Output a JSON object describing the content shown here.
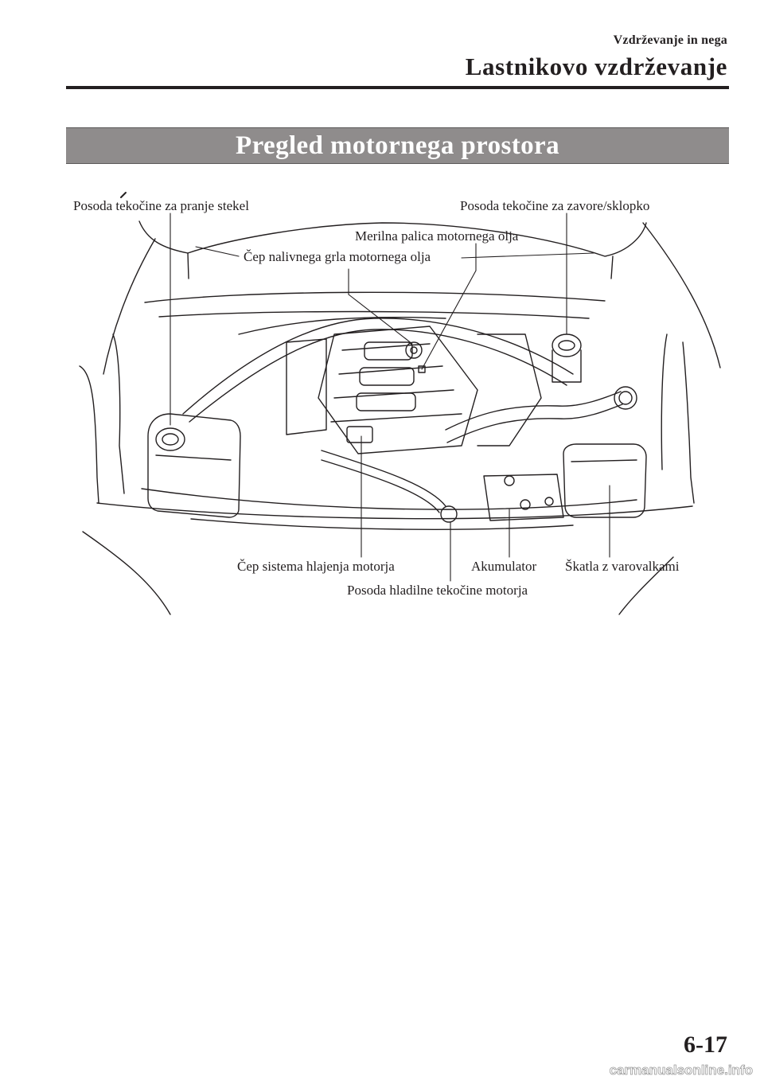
{
  "header": {
    "section": "Vzdrževanje in nega",
    "chapter": "Lastnikovo vzdrževanje"
  },
  "banner": {
    "title": "Pregled motornega prostora"
  },
  "callouts": {
    "washer_reservoir": "Posoda tekočine za pranje stekel",
    "brake_clutch_reservoir": "Posoda tekočine za zavore/sklopko",
    "dipstick": "Merilna palica motornega olja",
    "oil_filler_cap": "Čep nalivnega grla motornega olja",
    "cooling_cap": "Čep sistema hlajenja motorja",
    "battery": "Akumulator",
    "fuse_box": "Škatla z varovalkami",
    "coolant_reservoir": "Posoda hladilne tekočine motorja"
  },
  "footer": {
    "page_number": "6-17"
  },
  "watermark": {
    "text": "carmanualsonline.info"
  }
}
